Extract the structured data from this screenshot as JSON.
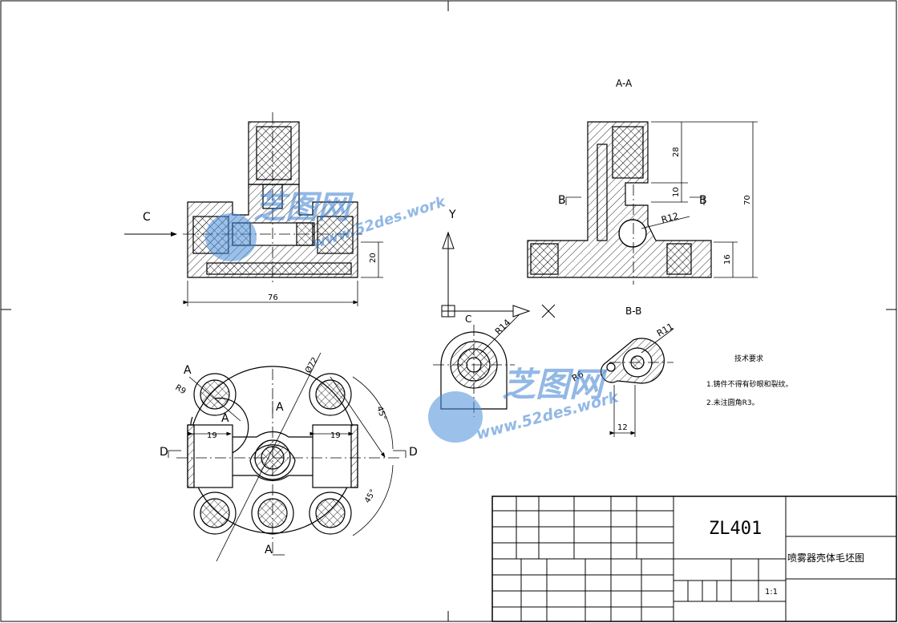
{
  "views": {
    "section_aa": "A-A",
    "section_bb": "B-B",
    "view_c": "C",
    "view_c_arrow": "C",
    "arrow_a": "A",
    "arrow_b": "B",
    "arrow_d": "D"
  },
  "axes": {
    "x": "X",
    "y": "Y"
  },
  "dimensions": {
    "front_width": "76",
    "front_height": "20",
    "aa_top": "28",
    "aa_mid": "10",
    "aa_bottom": "16",
    "aa_total": "70",
    "aa_radius": "R12",
    "c_radius": "R14",
    "bb_radius_outer": "R11",
    "bb_radius_inner": "R6",
    "bb_width": "12",
    "plan_left": "19",
    "plan_right": "19",
    "plan_r9": "R9",
    "plan_phi": "Ø72",
    "plan_angle_top": "45°",
    "plan_angle_bottom": "45°"
  },
  "notes": {
    "title": "技术要求",
    "line1": "1.铸件不得有砂眼和裂纹。",
    "line2": "2.未注圆角R3。"
  },
  "title_block": {
    "drawing_number": "ZL401",
    "part_name": "喷雾器壳体毛坯图",
    "scale": "1:1"
  },
  "watermark": {
    "brand": "芝图网",
    "url": "www.52des.work"
  }
}
